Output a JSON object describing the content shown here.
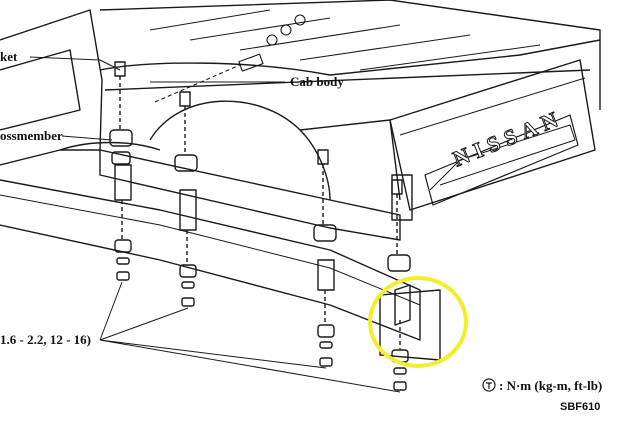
{
  "labels": {
    "bracket": "ket",
    "crossmember": "ossmember",
    "cab_body": "Cab body",
    "torque_spec": "1.6 - 2.2, 12 - 16)",
    "brand": "NISSAN",
    "torque_legend": ": N·m (kg-m, ft-lb)",
    "figure_code": "SBF610"
  },
  "colors": {
    "ink": "#1a1a1a",
    "highlight": "#f2ef2a",
    "paper": "#ffffff"
  },
  "icons": {
    "torque": "torque-symbol-icon"
  }
}
